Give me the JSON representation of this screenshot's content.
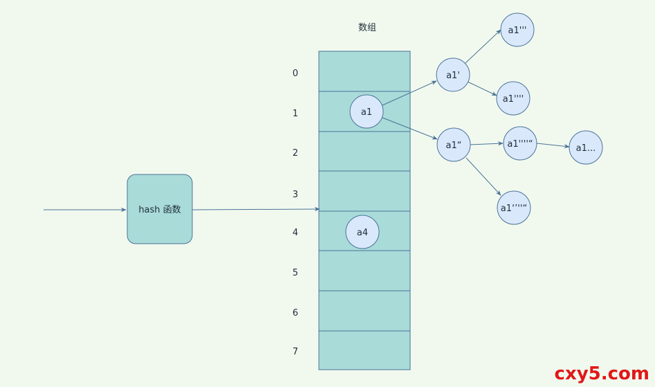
{
  "array_title": "数组",
  "hash_function_label": "hash 函数",
  "row_indices": [
    "0",
    "1",
    "2",
    "3",
    "4",
    "5",
    "6",
    "7"
  ],
  "nodes": {
    "a1": "a1",
    "a4": "a4",
    "a1_prime": "a1'",
    "a1_triple_prime": "a1'''",
    "a1_quad_prime": "a1''''",
    "a1_double_quote": "a1“",
    "a1_chain_mid": "a1''''“",
    "a1_ellipsis": "a1...",
    "a1_bottom": "a1‘’''“"
  },
  "watermark": "cxy5.com",
  "colors": {
    "background": "#f1f9ef",
    "array_fill": "#a9dbd9",
    "node_fill": "#dae8fc",
    "stroke": "#4a7395",
    "watermark": "#e01818"
  }
}
